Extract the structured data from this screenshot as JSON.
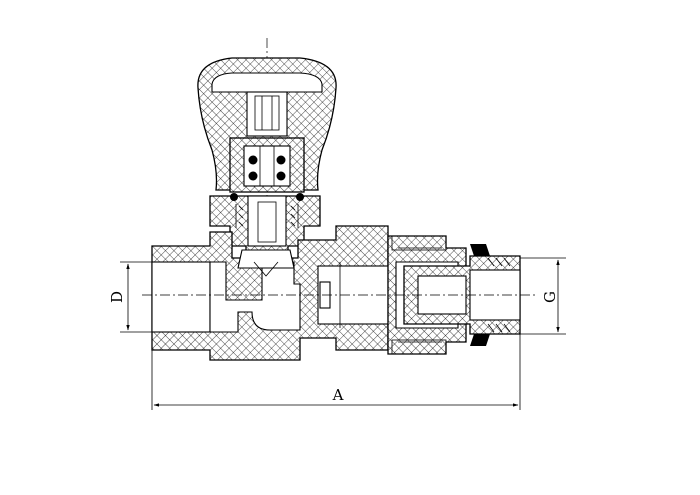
{
  "dimensions": {
    "overall_length": "A",
    "inlet_diameter": "D",
    "outlet_thread": "G"
  },
  "colors": {
    "line": "#000000",
    "background": "#ffffff"
  }
}
